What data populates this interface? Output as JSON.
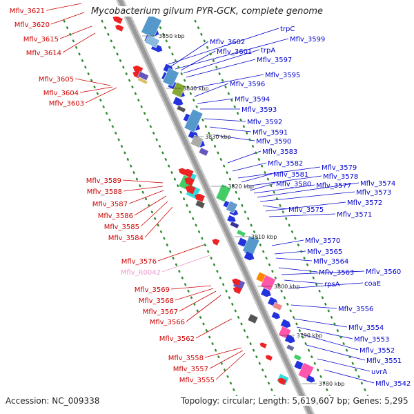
{
  "title": "Mycobacterium gilvum PYR-GCK, complete genome",
  "footer": {
    "accession": "Accession: NC_009338",
    "stats": "Topology: circular; Length: 5,619,607 bp; Genes: 5,295"
  },
  "kbp_labels": [
    "3850 kbp",
    "3840 kbp",
    "3830 kbp",
    "3820 kbp",
    "3810 kbp",
    "3800 kbp",
    "3790 kbp",
    "3780 kbp"
  ],
  "left_labels": [
    "Mflv_3621",
    "Mflv_3620",
    "Mflv_3615",
    "Mflv_3614",
    "Mflv_3605",
    "Mflv_3604",
    "Mflv_3603",
    "Mflv_3589",
    "Mflv_3588",
    "Mflv_3587",
    "Mflv_3586",
    "Mflv_3585",
    "Mflv_3584",
    "Mflv_3576",
    "Mflv_R0042",
    "Mflv_3569",
    "Mflv_3568",
    "Mflv_3567",
    "Mflv_3566",
    "Mflv_3562",
    "Mflv_3558",
    "Mflv_3557",
    "Mflv_3555"
  ],
  "right_labels": [
    "trpC",
    "Mflv_3602",
    "Mflv_3599",
    "Mflv_3601",
    "trpA",
    "Mflv_3597",
    "Mflv_3595",
    "Mflv_3596",
    "Mflv_3594",
    "Mflv_3593",
    "Mflv_3592",
    "Mflv_3591",
    "Mflv_3590",
    "Mflv_3583",
    "Mflv_3582",
    "Mflv_3579",
    "Mflv_3581",
    "Mflv_3578",
    "Mflv_3580",
    "Mflv_3577",
    "Mflv_3574",
    "Mflv_3573",
    "Mflv_3575",
    "Mflv_3572",
    "Mflv_3571",
    "Mflv_3570",
    "Mflv_3565",
    "Mflv_3564",
    "Mflv_3563",
    "Mflv_3560",
    "rpsA",
    "coaE",
    "Mflv_3556",
    "Mflv_3554",
    "Mflv_3553",
    "Mflv_3552",
    "Mflv_3551",
    "uvrA",
    "Mflv_3542"
  ],
  "colors": {
    "forward_label": "#cc0000",
    "reverse_label": "#0000cc",
    "rna_label": "#ee99cc",
    "backbone": "#9a9a9a",
    "track_dots": "#2e8b2e"
  }
}
